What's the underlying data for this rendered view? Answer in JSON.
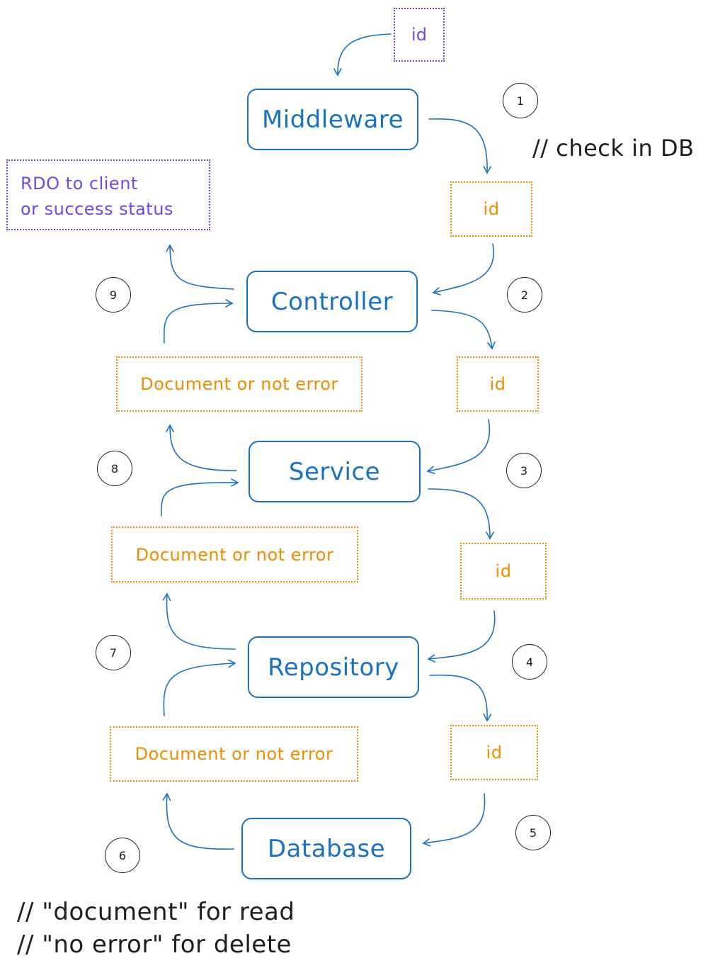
{
  "layers": {
    "middleware": "Middleware",
    "controller": "Controller",
    "service": "Service",
    "repository": "Repository",
    "database": "Database"
  },
  "inputs": {
    "entry": "id",
    "to_controller": "id",
    "to_service": "id",
    "to_repository": "id",
    "to_database": "id"
  },
  "outputs": {
    "from_repository": "Document or not error",
    "from_service": "Document or not error",
    "from_controller": "Document or not error"
  },
  "response": {
    "line1": "RDO to client",
    "line2": "or success status"
  },
  "steps": [
    "1",
    "2",
    "3",
    "4",
    "5",
    "6",
    "7",
    "8",
    "9"
  ],
  "notes": {
    "check": "// check in DB",
    "read": "// \"document\" for read",
    "delete": "// \"no error\" for delete"
  },
  "colors": {
    "layer": "#1971c2",
    "data": "#f08c00",
    "response": "#7048e8",
    "text": "#1e1e1e"
  }
}
